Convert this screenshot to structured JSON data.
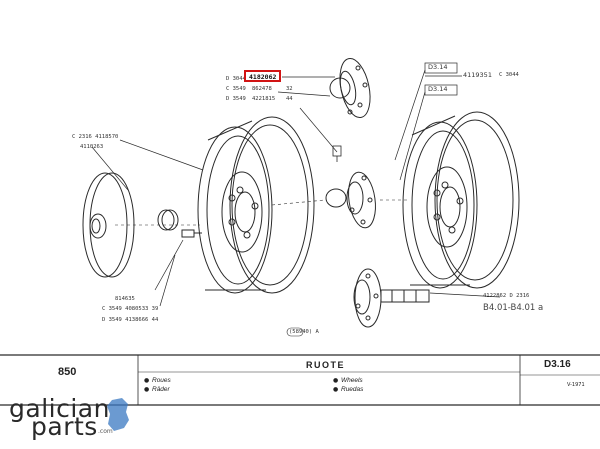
{
  "diagram": {
    "part_number_highlighted": "4182062",
    "refs_top": [
      {
        "prefix": "D 3044",
        "number": "4182062",
        "suffix": ""
      },
      {
        "prefix": "C 3549",
        "number": "862478",
        "suffix": "32"
      },
      {
        "prefix": "D 3549",
        "number": "4221815",
        "suffix": "44"
      }
    ],
    "ref_right_top": {
      "code": "D3.14",
      "number": "4119351",
      "suffix": "C 3044"
    },
    "ref_right_mid": "D3.14",
    "refs_left_top": [
      {
        "text": "C 2316  4118570"
      },
      {
        "text": "4110263"
      }
    ],
    "refs_left_bottom": [
      {
        "text": "814635"
      },
      {
        "text": "C 3549  4080533  39"
      },
      {
        "text": "D 3549  4138666  44"
      }
    ],
    "refs_right_bottom": [
      {
        "text": "4122862  D 2316"
      },
      {
        "text": "B4.01-B4.01 a"
      }
    ],
    "small_tag": "(58940)  A"
  },
  "title_block": {
    "model": "850",
    "title": "RUOTE",
    "langs_left": [
      "Roues",
      "Räder"
    ],
    "langs_right": [
      "Wheels",
      "Ruedas"
    ],
    "page_code": "D3.16",
    "edition": "V-1971"
  },
  "logo": {
    "line1": "galician",
    "line2": "parts",
    "domain": ".com",
    "accent_color": "#3a78c2"
  }
}
